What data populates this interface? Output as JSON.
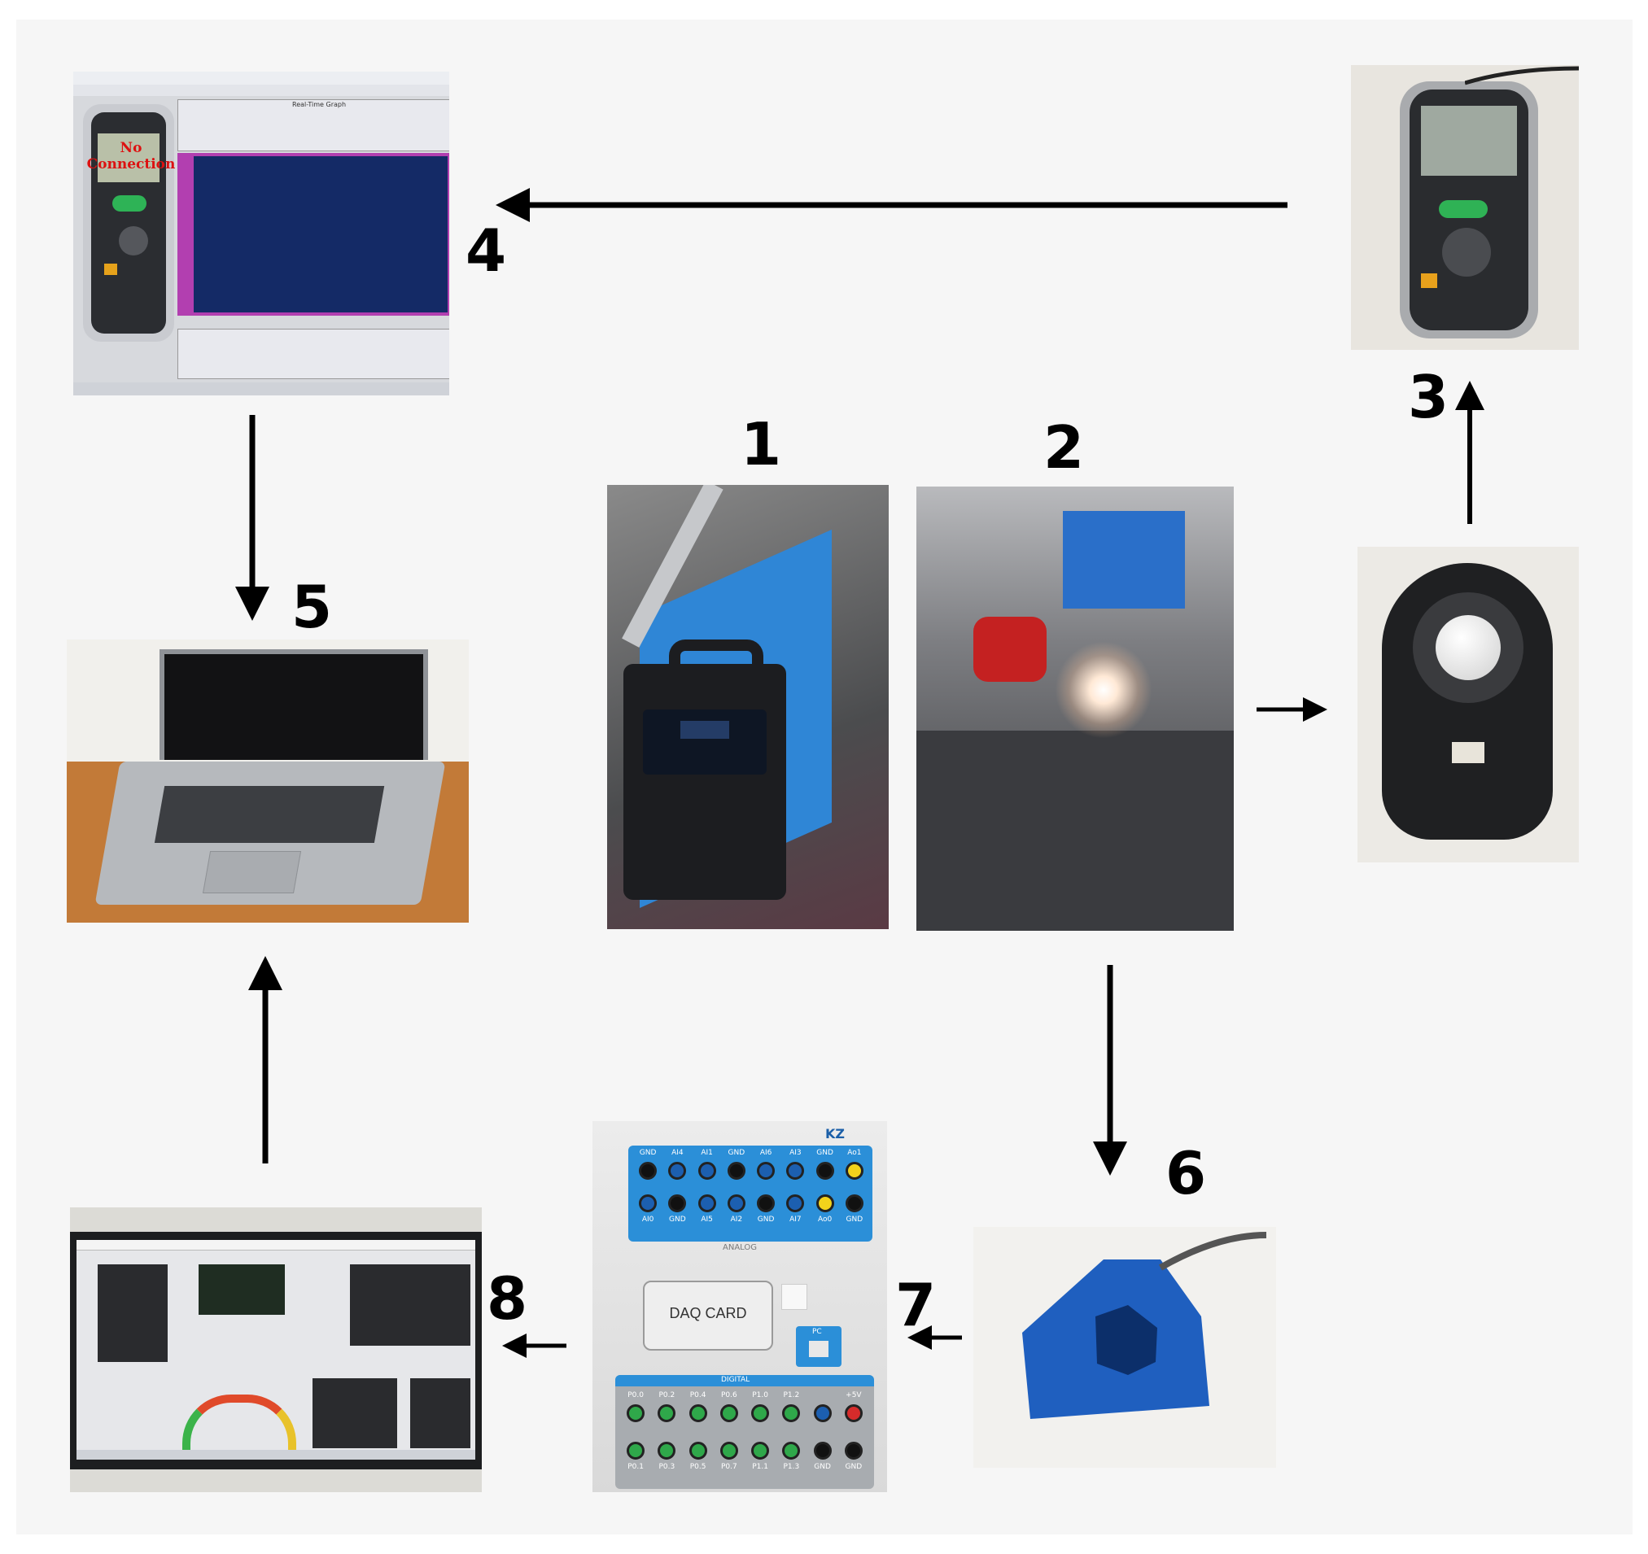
{
  "steps": {
    "s1": "1",
    "s2": "2",
    "s3": "3",
    "s4": "4",
    "s5": "5",
    "s6": "6",
    "s7": "7",
    "s8": "8"
  },
  "screen": {
    "no_connection": "No Connection",
    "graph_title": "Real-Time Graph"
  },
  "daq": {
    "card_label": "DAQ CARD",
    "brand": "KZ",
    "analog": "ANALOG",
    "digital": "DIGITAL",
    "pc": "PC",
    "top_labels": [
      "GND",
      "AI4",
      "AI1",
      "GND",
      "AI6",
      "AI3",
      "GND",
      "Ao1"
    ],
    "bottom_labels": [
      "AI0",
      "GND",
      "AI5",
      "AI2",
      "GND",
      "AI7",
      "Ao0",
      "GND"
    ],
    "digital_top": [
      "P0.0",
      "P0.2",
      "P0.4",
      "P0.6",
      "P1.0",
      "P1.2",
      "",
      "+5V"
    ],
    "digital_bottom": [
      "P0.1",
      "P0.3",
      "P0.5",
      "P0.7",
      "P1.1",
      "P1.3",
      "GND",
      "GND"
    ]
  },
  "colors": {
    "arrow": "#000000",
    "machine_blue": "#2f86d6",
    "daq_blue": "#2b8fd8",
    "jack_green": "#2fa84a",
    "sensor_blue": "#1f5fbf"
  }
}
